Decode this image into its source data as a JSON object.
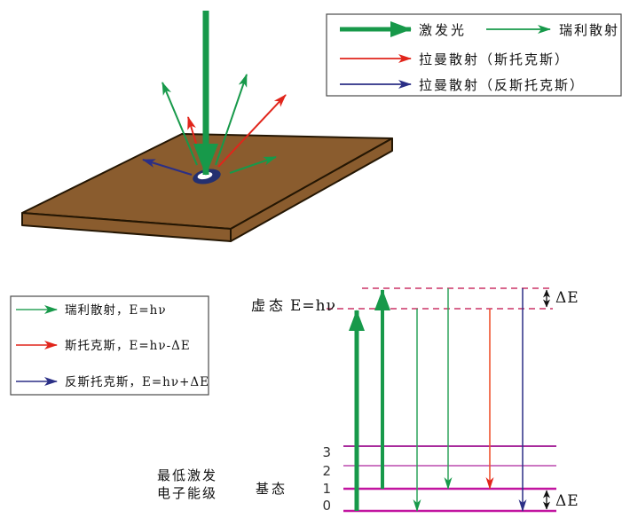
{
  "colors": {
    "green": "#17994A",
    "green_l": "#2FA45B",
    "red": "#E1251B",
    "red_l": "#EF5430",
    "blue": "#2B2F86",
    "navy_spot": "#243070",
    "brown": "#8A5C2E",
    "brown_outline": "#241603",
    "magenta": "#C215A0",
    "magenta_soft": "#BB4AAE",
    "purple": "#A82B9C",
    "dashed_pink": "#CC3366",
    "ink": "#111111",
    "box_border": "#4a4a4a",
    "digit": "#333333"
  },
  "top_figure": {
    "legend": {
      "excitation_label": "激发光",
      "rayleigh_label": "瑞利散射",
      "stokes_label": "拉曼散射（斯托克斯）",
      "anti_stokes_label": "拉曼散射（反斯托克斯）"
    }
  },
  "energy_diagram": {
    "legend": {
      "rayleigh": "瑞利散射，E=hν",
      "stokes": "斯托克斯，E=hν-ΔE",
      "anti_stokes": "反斯托克斯，E=hν+ΔE"
    },
    "virtual_state_label": "虚态",
    "virtual_state_formula": "E=hν",
    "delta_e_top": "ΔE",
    "delta_e_bottom": "ΔE",
    "level_labels": [
      "3",
      "2",
      "1",
      "0"
    ],
    "ground_state_label": "基态",
    "electronic_level_line1": "最低激发",
    "electronic_level_line2": "电子能级"
  }
}
